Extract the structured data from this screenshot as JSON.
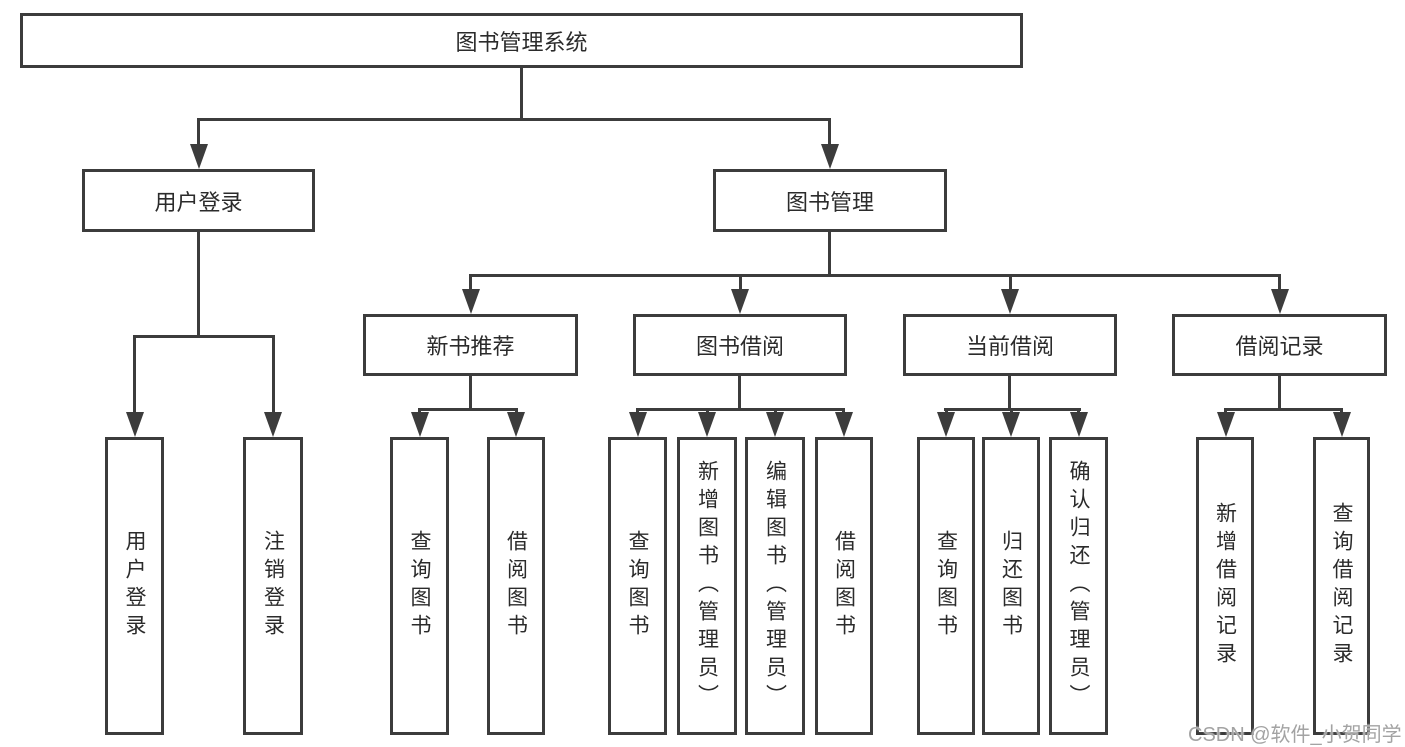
{
  "colors": {
    "line": "#3c3c3c",
    "box_border": "#3c3c3c",
    "text": "#2b2b2b",
    "watermark": "#a3a3a3",
    "background": "#ffffff"
  },
  "watermark": {
    "text": "CSDN @软件_小贺同学"
  },
  "tree": {
    "label": "图书管理系统",
    "children": [
      {
        "label": "用户登录",
        "children": [
          {
            "label": "用户登录"
          },
          {
            "label": "注销登录"
          }
        ]
      },
      {
        "label": "图书管理",
        "children": [
          {
            "label": "新书推荐",
            "children": [
              {
                "label": "查询图书"
              },
              {
                "label": "借阅图书"
              }
            ]
          },
          {
            "label": "图书借阅",
            "children": [
              {
                "label": "查询图书"
              },
              {
                "label": "新增图书（管理员）"
              },
              {
                "label": "编辑图书（管理员）"
              },
              {
                "label": "借阅图书"
              }
            ]
          },
          {
            "label": "当前借阅",
            "children": [
              {
                "label": "查询图书"
              },
              {
                "label": "归还图书"
              },
              {
                "label": "确认归还（管理员）"
              }
            ]
          },
          {
            "label": "借阅记录",
            "children": [
              {
                "label": "新增借阅记录"
              },
              {
                "label": "查询借阅记录"
              }
            ]
          }
        ]
      }
    ]
  }
}
